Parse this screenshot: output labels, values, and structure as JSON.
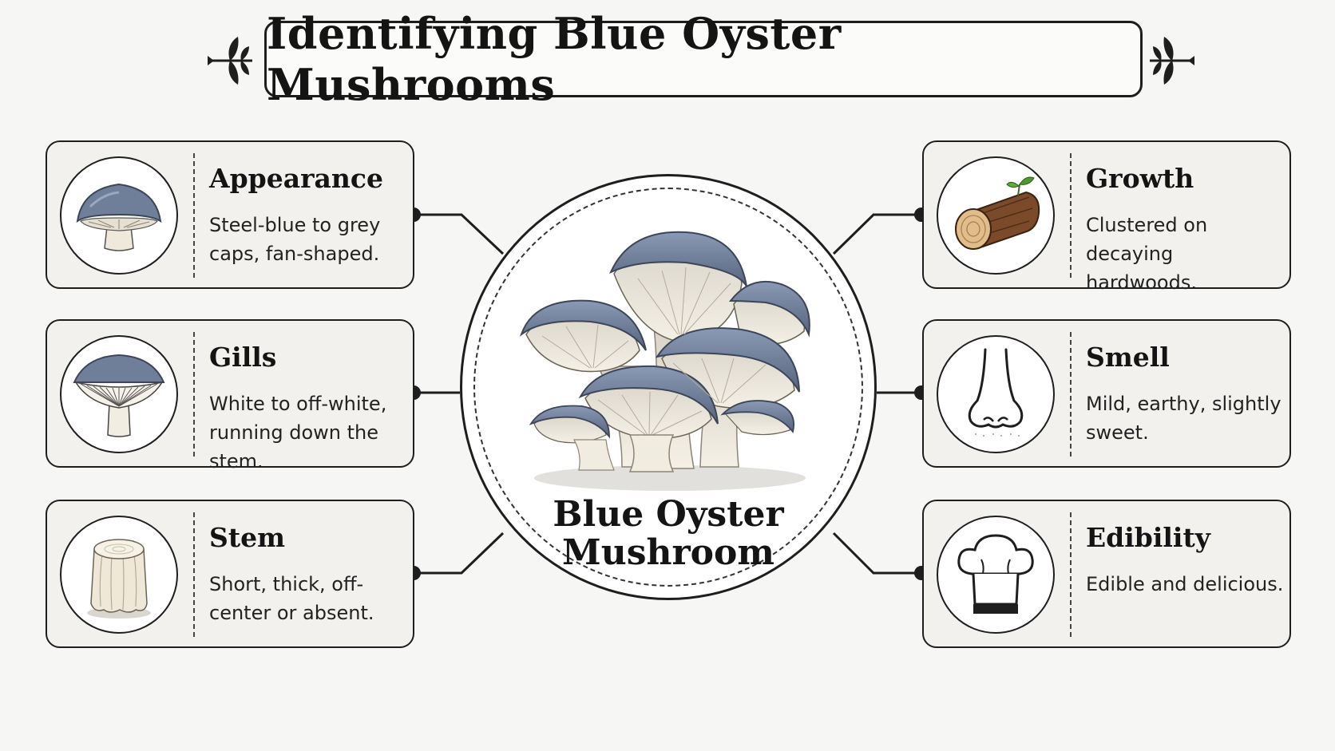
{
  "title": "Identifying Blue Oyster Mushrooms",
  "center": {
    "line1": "Blue Oyster",
    "line2": "Mushroom"
  },
  "features": {
    "left": [
      {
        "heading": "Appearance",
        "desc": "Steel-blue to grey caps, fan-shaped.",
        "icon": "mushroom-cap-icon"
      },
      {
        "heading": "Gills",
        "desc": "White to off-white, running down the stem.",
        "icon": "gills-icon"
      },
      {
        "heading": "Stem",
        "desc": "Short, thick, off-center or absent.",
        "icon": "stem-stump-icon"
      }
    ],
    "right": [
      {
        "heading": "Growth",
        "desc": "Clustered on decaying hardwoods.",
        "icon": "log-icon"
      },
      {
        "heading": "Smell",
        "desc": "Mild, earthy, slightly sweet.",
        "icon": "nose-icon"
      },
      {
        "heading": "Edibility",
        "desc": "Edible and delicious.",
        "icon": "chef-hat-icon"
      }
    ]
  },
  "colors": {
    "cap_blue": "#6f7f9a",
    "gill_white": "#ece8df",
    "outline": "#1e1e1e",
    "background": "#f6f6f4"
  }
}
